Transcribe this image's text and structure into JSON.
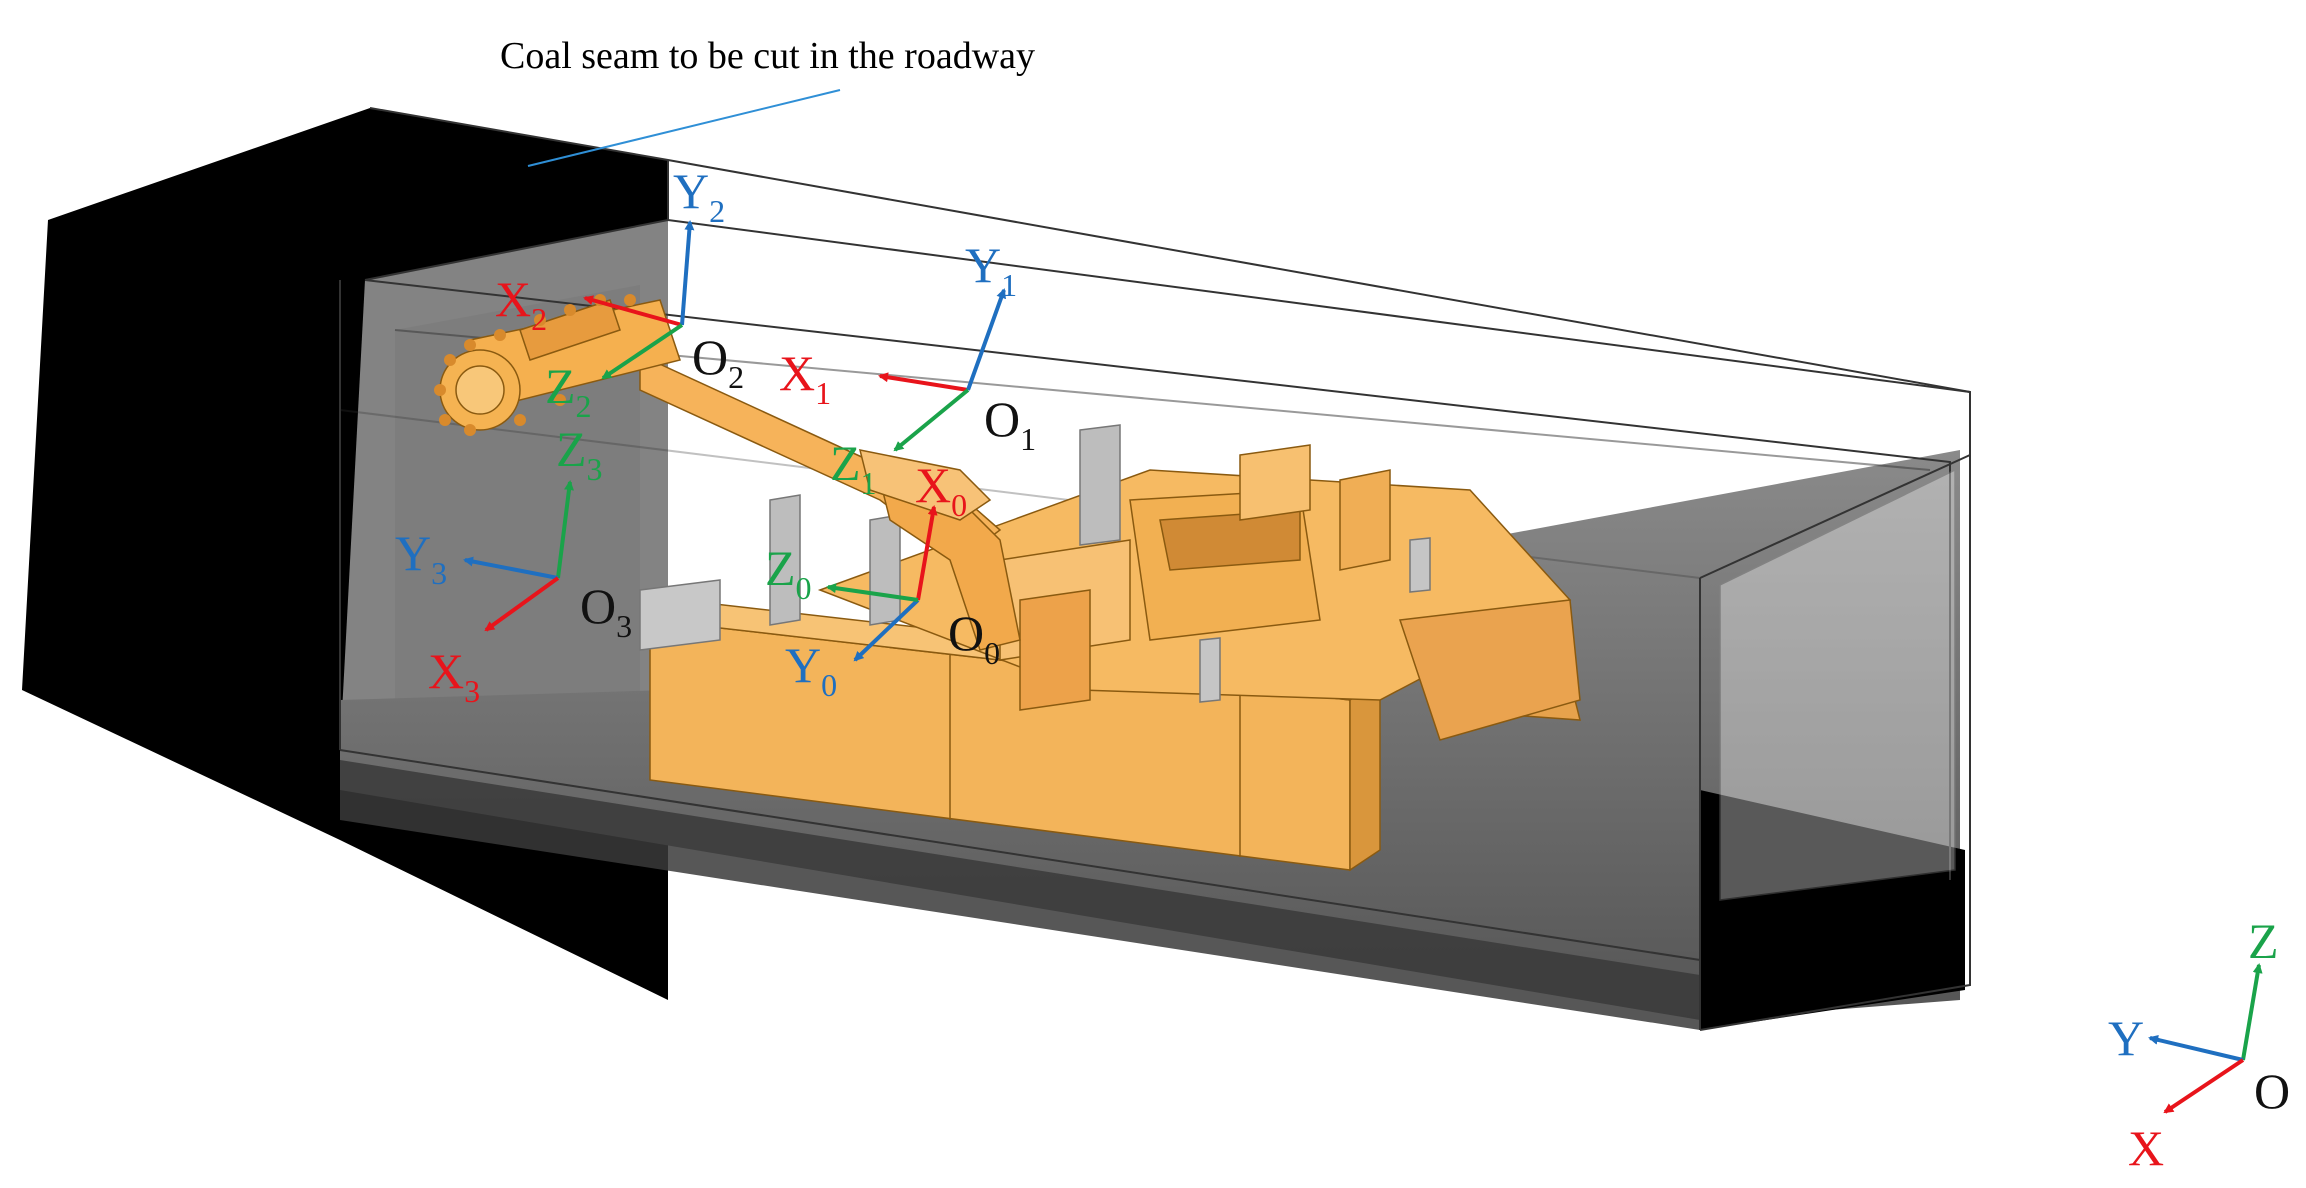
{
  "caption": "Coal seam to be cut in the roadway",
  "colors": {
    "x_axis": "#e8141b",
    "y_axis": "#1f6fc0",
    "z_axis": "#1aa34a",
    "origin": "#111111",
    "machine": "#f5b55a",
    "coal": "#000000",
    "floor": "#6d6d6d"
  },
  "frames": [
    {
      "name": "frame-0",
      "x": "X",
      "y": "Y",
      "z": "Z",
      "o": "O",
      "sub": "0"
    },
    {
      "name": "frame-1",
      "x": "X",
      "y": "Y",
      "z": "Z",
      "o": "O",
      "sub": "1"
    },
    {
      "name": "frame-2",
      "x": "X",
      "y": "Y",
      "z": "Z",
      "o": "O",
      "sub": "2"
    },
    {
      "name": "frame-3",
      "x": "X",
      "y": "Y",
      "z": "Z",
      "o": "O",
      "sub": "3"
    }
  ],
  "global_frame": {
    "x": "X",
    "y": "Y",
    "z": "Z",
    "o": "O"
  }
}
